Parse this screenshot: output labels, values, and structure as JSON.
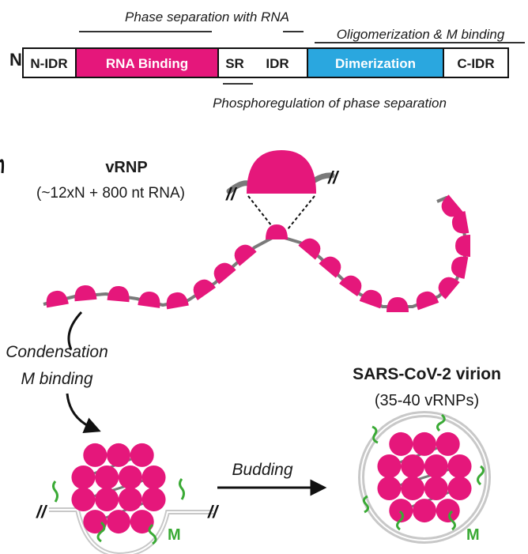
{
  "domain_map": {
    "protein_label": "N",
    "segments": [
      {
        "label": "N-IDR",
        "color": "#ffffff",
        "text_color": "#1a1a1a"
      },
      {
        "label": "RNA Binding",
        "color": "#e5177b",
        "text_color": "#ffffff"
      },
      {
        "label": "SR",
        "color": "#ffffff",
        "text_color": "#1a1a1a"
      },
      {
        "label": "IDR",
        "color": "#ffffff",
        "text_color": "#1a1a1a"
      },
      {
        "label": "Dimerization",
        "color": "#2aa7df",
        "text_color": "#ffffff"
      },
      {
        "label": "C-IDR",
        "color": "#ffffff",
        "text_color": "#1a1a1a"
      }
    ],
    "annotations": {
      "phase_separation": "Phase separation with RNA",
      "oligomerization": "Oligomerization & M binding",
      "phosphoregulation": "Phosphoregulation of phase separation"
    }
  },
  "vrnp": {
    "title": "vRNP",
    "subtitle": "(~12xN + 800 nt RNA)"
  },
  "process": {
    "condensation": "Condensation",
    "m_binding": "M binding",
    "budding": "Budding",
    "m_label": "M"
  },
  "virion": {
    "title": "SARS-CoV-2 virion",
    "subtitle": "(35-40 vRNPs)"
  },
  "colors": {
    "magenta": "#e5177b",
    "blue": "#2aa7df",
    "green": "#3aaa35",
    "rna_gray": "#7a7a7a",
    "membrane_gray": "#c8c8c8"
  }
}
